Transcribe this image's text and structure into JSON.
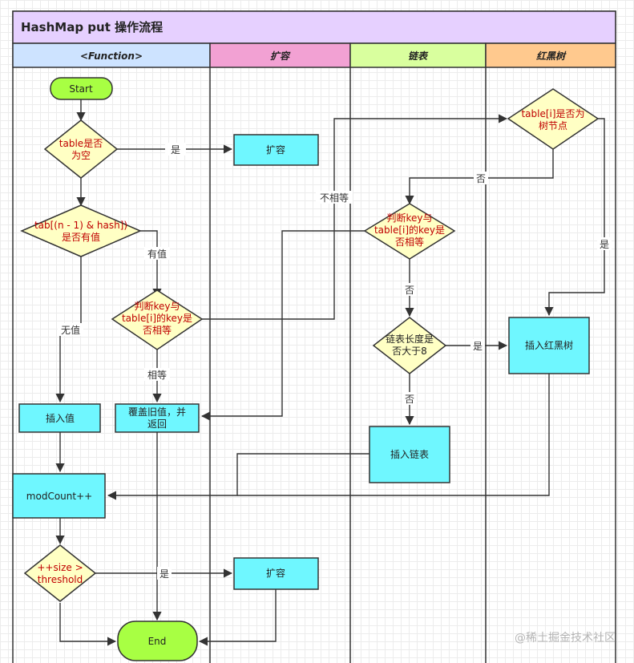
{
  "title": "HashMap put 操作流程",
  "lanes": [
    "<Function>",
    "扩容",
    "链表",
    "红黑树"
  ],
  "colors": {
    "title_bg": "#e6d0ff",
    "lane_function": "#cde3ff",
    "lane_resize": "#f2a1d3",
    "lane_list": "#d9ff9e",
    "lane_tree": "#ffc98e",
    "terminal": "#a8ff43",
    "process": "#6ff7ff",
    "decision": "#ffffc4"
  },
  "nodes": {
    "start": "Start",
    "end": "End",
    "d_table_empty": [
      "table是否",
      "为空"
    ],
    "resize1": "扩容",
    "d_tab_has_value": [
      "tab[(n - 1) & hash])",
      "是否有值"
    ],
    "d_key_equal_fn": [
      "判断key与",
      "table[i]的key是",
      "否相等"
    ],
    "insert_value": "插入值",
    "overwrite": [
      "覆盖旧值，并",
      "返回"
    ],
    "modcount": "modCount++",
    "d_size": [
      "++size >",
      "threshold"
    ],
    "resize2": "扩容",
    "d_tree_node": [
      "table[i]是否为",
      "树节点"
    ],
    "d_key_equal_list": [
      "判断key与",
      "table[i]的key是",
      "否相等"
    ],
    "d_list_len": [
      "链表长度是",
      "否大于8"
    ],
    "insert_list": "插入链表",
    "insert_tree": "插入红黑树"
  },
  "edge_labels": {
    "yes1": "是",
    "not_equal": "不相等",
    "no_tree": "否",
    "yes_tree": "是",
    "has_value": "有值",
    "no_value": "无值",
    "no_key_list": "否",
    "yes_len": "是",
    "equal": "相等",
    "no_len": "否",
    "yes_size": "是"
  },
  "watermark": "@稀土掘金技术社区"
}
